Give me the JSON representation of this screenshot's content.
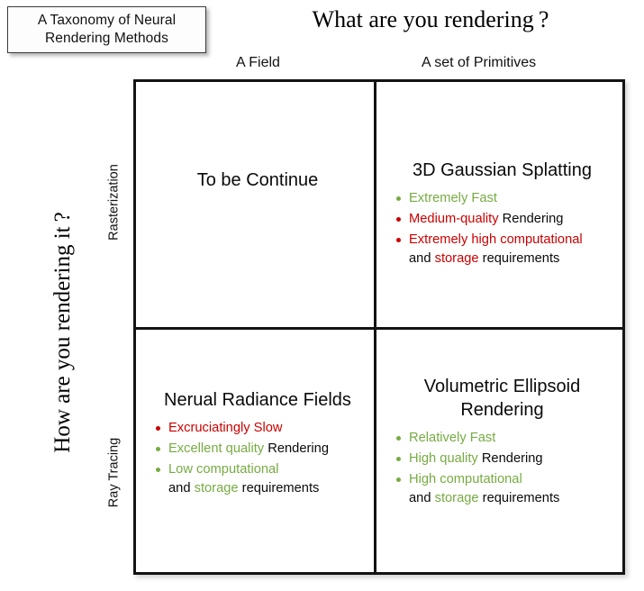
{
  "title_card": {
    "text": "A Taxonomy of Neural\nRendering Methods"
  },
  "axes": {
    "top_question": "What are you rendering ?",
    "left_question": "How are you rendering it ?",
    "columns": [
      {
        "label": "A Field"
      },
      {
        "label": "A set of Primitives"
      }
    ],
    "rows": [
      {
        "label": "Rasterization"
      },
      {
        "label": "Ray Tracing"
      }
    ]
  },
  "colors": {
    "good": "#77ab43",
    "bad": "#cc0000",
    "text": "#0a0a0a",
    "border": "#131313"
  },
  "quadrants": {
    "top_left": {
      "title": "To be Continue",
      "bullets": []
    },
    "top_right": {
      "title": "3D Gaussian Splatting",
      "bullets": [
        {
          "marker": "green",
          "parts": [
            {
              "text": "Extremely Fast",
              "color": "green"
            }
          ]
        },
        {
          "marker": "red",
          "parts": [
            {
              "text": "Medium-quality ",
              "color": "red"
            },
            {
              "text": "Rendering",
              "color": "black"
            }
          ]
        },
        {
          "marker": "red",
          "parts": [
            {
              "text": "Extremely high computational",
              "color": "red"
            }
          ],
          "second_line": [
            {
              "text": "and ",
              "color": "black"
            },
            {
              "text": "storage ",
              "color": "red"
            },
            {
              "text": "requirements",
              "color": "black"
            }
          ]
        }
      ]
    },
    "bottom_left": {
      "title": "Nerual Radiance Fields",
      "bullets": [
        {
          "marker": "red",
          "parts": [
            {
              "text": "Excruciatingly Slow",
              "color": "red"
            }
          ]
        },
        {
          "marker": "green",
          "parts": [
            {
              "text": "Excellent quality ",
              "color": "green"
            },
            {
              "text": "Rendering",
              "color": "black"
            }
          ]
        },
        {
          "marker": "green",
          "parts": [
            {
              "text": "Low computational",
              "color": "green"
            }
          ],
          "second_line": [
            {
              "text": "and ",
              "color": "black"
            },
            {
              "text": "storage ",
              "color": "green"
            },
            {
              "text": "requirements",
              "color": "black"
            }
          ]
        }
      ]
    },
    "bottom_right": {
      "title": "Volumetric Ellipsoid\nRendering",
      "bullets": [
        {
          "marker": "green",
          "parts": [
            {
              "text": "Relatively Fast",
              "color": "green"
            }
          ]
        },
        {
          "marker": "green",
          "parts": [
            {
              "text": "High quality ",
              "color": "green"
            },
            {
              "text": "Rendering",
              "color": "black"
            }
          ]
        },
        {
          "marker": "green",
          "parts": [
            {
              "text": "High computational",
              "color": "green"
            }
          ],
          "second_line": [
            {
              "text": "and ",
              "color": "black"
            },
            {
              "text": "storage ",
              "color": "green"
            },
            {
              "text": "requirements",
              "color": "black"
            }
          ]
        }
      ]
    }
  }
}
